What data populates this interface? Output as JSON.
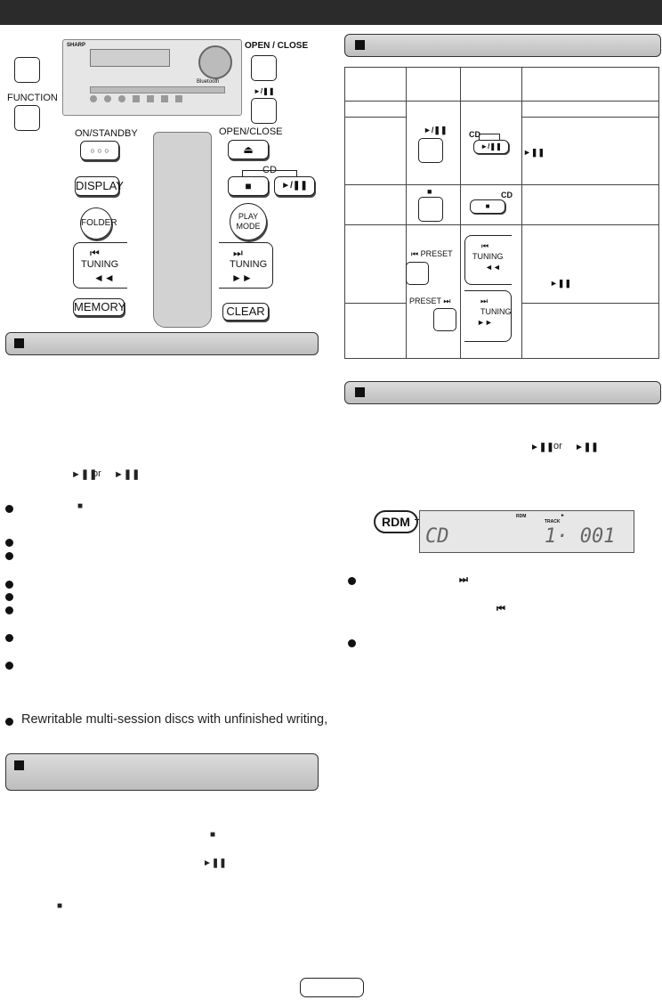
{
  "unit": {
    "brand": "SHARP",
    "bluetooth": "Bluetooth",
    "open_close": "OPEN / CLOSE",
    "play_pause": "►/❚❚",
    "function": "FUNCTION"
  },
  "remote": {
    "on_standby": "ON/STANDBY",
    "open_close": "OPEN/CLOSE",
    "cd": "CD",
    "display": "DISPLAY",
    "folder": "FOLDER",
    "play_mode": "PLAY MODE",
    "tuning_left": "TUNING",
    "tuning_right": "TUNING",
    "memory": "MEMORY",
    "clear": "CLEAR",
    "eject_icon": "⏏",
    "stop_icon": "■",
    "play_pause_icon": "►/❚❚",
    "skip_back_icon": "⏮",
    "skip_fwd_icon": "⏭",
    "rew_icon": "◄◄",
    "ffw_icon": "►►",
    "standby_dots": "○ ○ ○"
  },
  "left_text": {
    "play_pause_1": "►❚❚",
    "or": "or",
    "play_pause_2": "►❚❚",
    "stop_icon": "■",
    "rewritable_note": "Rewritable multi-session discs with unfinished writing,"
  },
  "lower_left": {
    "stop_icon_1": "■",
    "play_pause": "►❚❚",
    "stop_icon_2": "■"
  },
  "table": {
    "play_pause_label": "►/❚❚",
    "cd_label": "CD",
    "play_pause_small": "►/❚❚",
    "right_play": "►❚❚",
    "stop_label": "■",
    "preset_back": "⏮  PRESET",
    "preset_fwd": "PRESET  ⏭",
    "tuning": "TUNING",
    "tuning_rew": "◄◄",
    "tuning_ffw": "►►",
    "skip_back": "⏮",
    "skip_fwd": "⏭",
    "right_play_2": "►❚❚"
  },
  "random": {
    "play1": "►❚❚",
    "or": "or",
    "play2": "►❚❚",
    "rdm_badge": "RDM",
    "lcd_rdm": "RDM",
    "lcd_track": "TRACK",
    "lcd_play": "►",
    "lcd_cd": "CD",
    "lcd_num": "1·  001",
    "skip_fwd": "⏭",
    "skip_back": "⏮"
  }
}
